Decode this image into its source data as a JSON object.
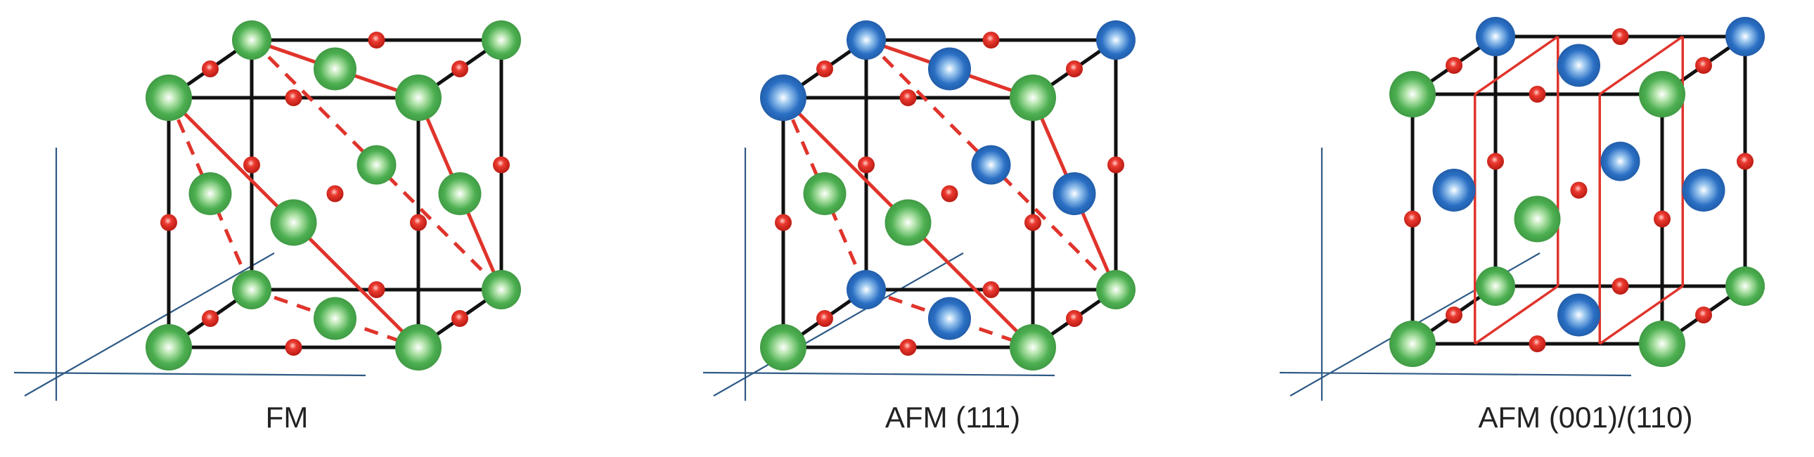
{
  "panels": [
    {
      "label": "FM",
      "site_colors": [
        "green",
        "green",
        "green",
        "green",
        "green",
        "green",
        "green",
        "green",
        "green",
        "green",
        "green",
        "green",
        "green",
        "green"
      ]
    },
    {
      "label": "AFM (111)",
      "site_colors": [
        "green",
        "green",
        "blue",
        "green",
        "blue",
        "green",
        "blue",
        "blue",
        "green",
        "blue",
        "blue",
        "blue",
        "green",
        "blue"
      ]
    },
    {
      "label": "AFM (001)/(110)",
      "site_colors": [
        "green",
        "green",
        "green",
        "green",
        "green",
        "green",
        "blue",
        "blue",
        "green",
        "blue",
        "blue",
        "blue",
        "blue",
        "blue"
      ]
    }
  ],
  "colors": {
    "spin_up": "#4caf50",
    "spin_down": "#2a6fc4",
    "oxygen": "#e0241b",
    "cube_edges": "#111111",
    "coordinate_axes": "#2f5a86",
    "planes": "#e0342b"
  }
}
